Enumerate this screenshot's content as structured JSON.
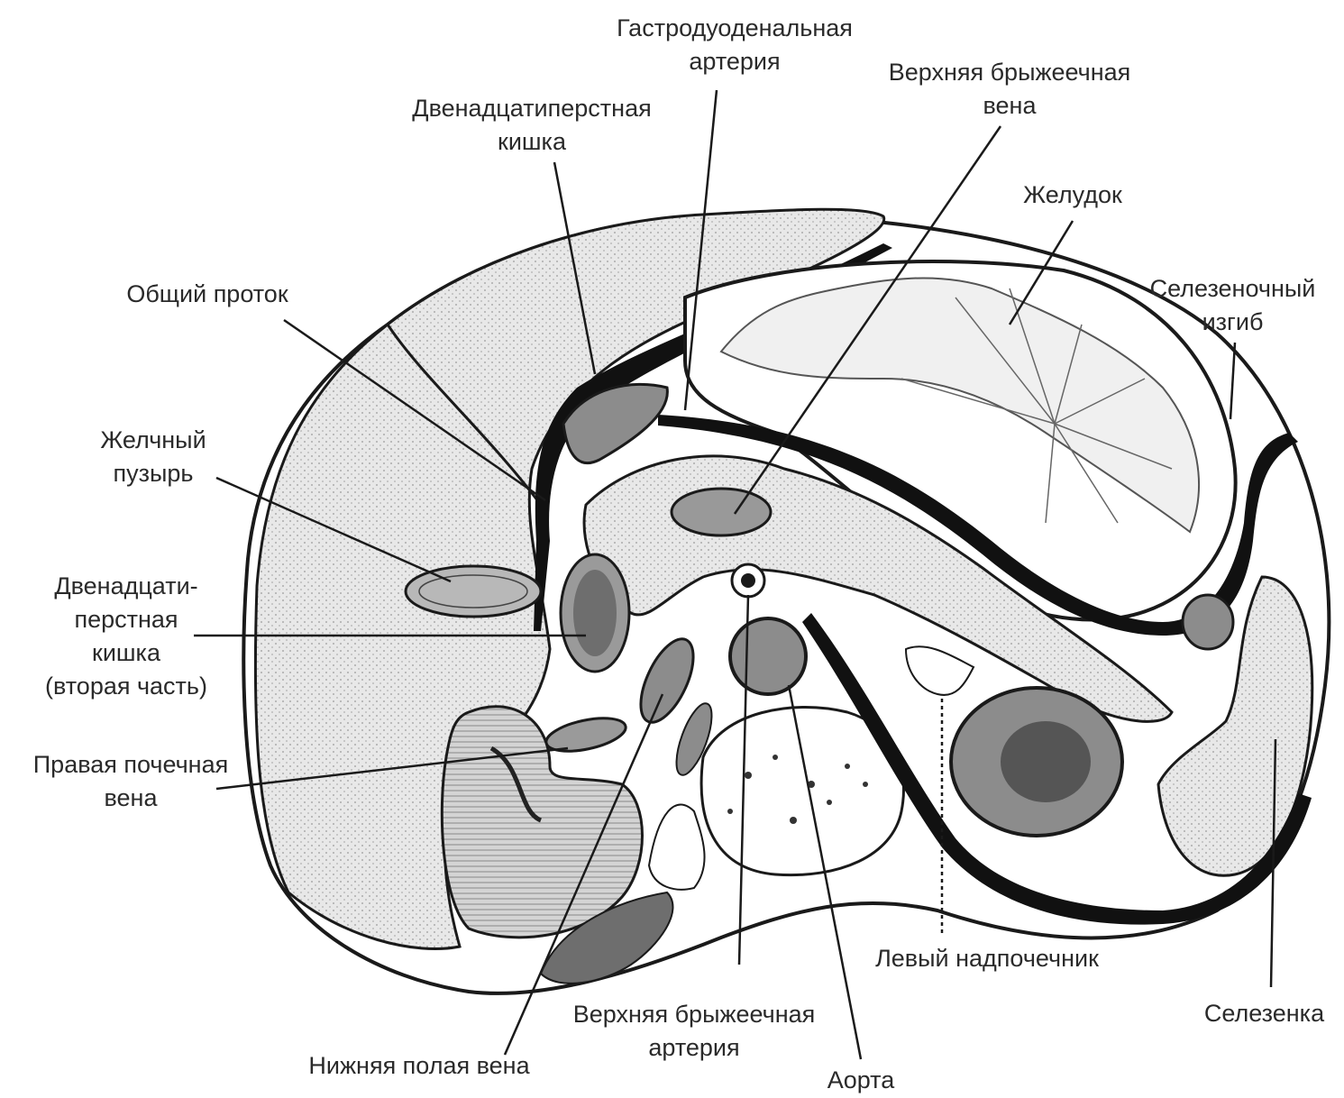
{
  "labels": {
    "gastroduodenal_artery": "Гастродуоденальная\nартерия",
    "superior_mesenteric_vein": "Верхняя брыжеечная\nвена",
    "duodenum": "Двенадцатиперстная\nкишка",
    "stomach": "Желудок",
    "common_duct": "Общий проток",
    "splenic_flexure": "Селезеночный\nизгиб",
    "gallbladder": "Желчный\nпузырь",
    "duodenum_second_part": "Двенадцати-\nперстная\nкишка\n(вторая часть)",
    "right_renal_vein": "Правая почечная\nвена",
    "left_adrenal": "Левый надпочечник",
    "spleen": "Селезенка",
    "superior_mesenteric_artery": "Верхняя брыжеечная\nартерия",
    "inferior_vena_cava": "Нижняя полая вена",
    "aorta": "Аорта"
  },
  "colors": {
    "line": "#1a1a1a",
    "organ_fill": "#e2e2e2",
    "dark_fill": "#8c8c8c",
    "black": "#111111"
  }
}
